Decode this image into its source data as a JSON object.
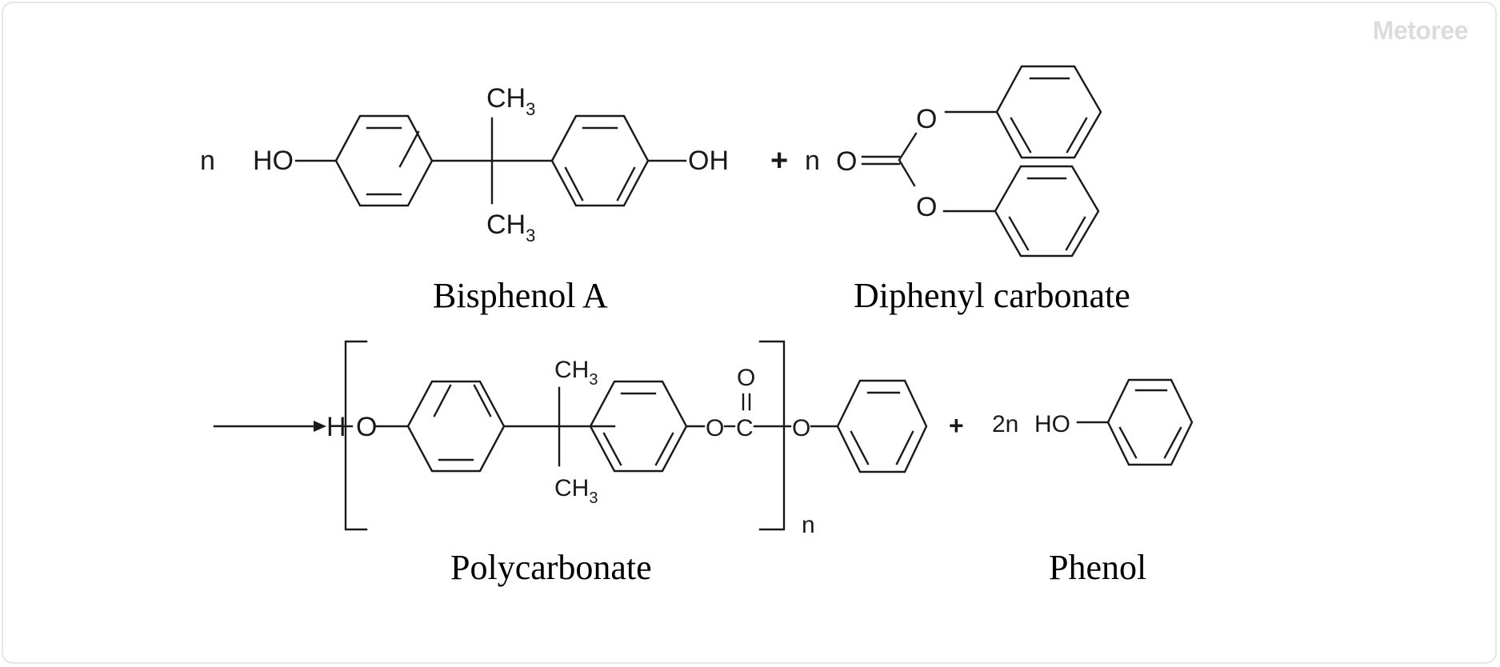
{
  "watermark": "Metoree",
  "reactants": {
    "bisphenol_a": {
      "coefficient": "n",
      "left_group": "HO",
      "right_group": "OH",
      "top_group": "CH",
      "bottom_group": "CH",
      "subscript": "3",
      "label": "Bisphenol A"
    },
    "plus": "+",
    "diphenyl_carbonate": {
      "coefficient": "n",
      "carbonyl_o": "O",
      "ester_o_top": "O",
      "ester_o_bottom": "O",
      "label": "Diphenyl carbonate"
    }
  },
  "products": {
    "polycarbonate": {
      "end_group": "H",
      "o1": "O",
      "top_group": "CH",
      "bottom_group": "CH",
      "subscript": "3",
      "o2": "O",
      "carbon": "C",
      "carbonyl_o": "O",
      "o3": "O",
      "repeat": "n",
      "label": "Polycarbonate"
    },
    "plus": "+",
    "phenol": {
      "coefficient": "2n",
      "group": "HO",
      "label": "Phenol"
    }
  }
}
